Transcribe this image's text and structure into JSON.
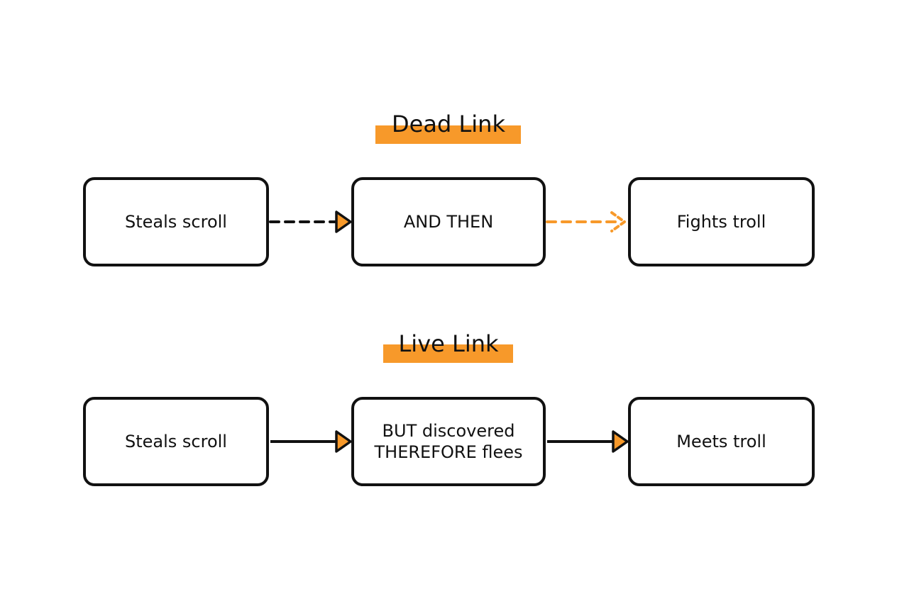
{
  "colors": {
    "accent": "#F7992A",
    "stroke": "#111111",
    "background": "#FFFFFF"
  },
  "sections": [
    {
      "title": "Dead Link",
      "nodes": [
        "Steals scroll",
        "AND THEN",
        "Fights troll"
      ],
      "connectors": [
        {
          "from": "Steals scroll",
          "to": "AND THEN",
          "style": "dashed",
          "color": "#111111",
          "head": "filled-triangle"
        },
        {
          "from": "AND THEN",
          "to": "Fights troll",
          "style": "dashed",
          "color": "#F7992A",
          "head": "open-chevron"
        }
      ]
    },
    {
      "title": "Live Link",
      "nodes": [
        "Steals scroll",
        "BUT discovered\nTHEREFORE flees",
        "Meets troll"
      ],
      "connectors": [
        {
          "from": "Steals scroll",
          "to": "BUT discovered THEREFORE flees",
          "style": "solid",
          "color": "#111111",
          "head": "filled-triangle"
        },
        {
          "from": "BUT discovered THEREFORE flees",
          "to": "Meets troll",
          "style": "solid",
          "color": "#111111",
          "head": "filled-triangle"
        }
      ]
    }
  ]
}
